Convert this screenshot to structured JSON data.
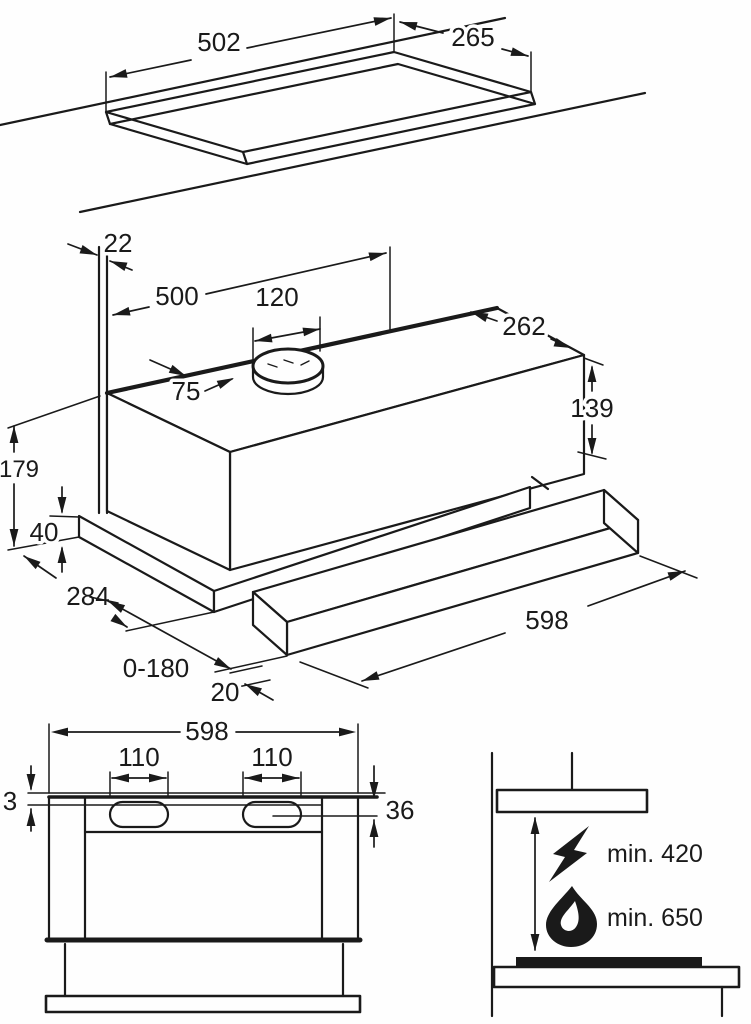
{
  "colors": {
    "ink": "#1a1a1a",
    "background": "#fefefe"
  },
  "cutout_view": {
    "width_mm": "502",
    "depth_mm": "265"
  },
  "iso_view": {
    "wall_gap_mm": "22",
    "body_width_mm": "500",
    "duct_diameter_mm": "120",
    "body_depth_mm": "262",
    "duct_offset_mm": "75",
    "body_height_mm": "139",
    "total_height_mm": "179",
    "lower_section_height_mm": "40",
    "lower_section_depth_mm": "284",
    "pullout_range_mm": "0-180",
    "visor_offset_mm": "20",
    "total_width_mm": "598"
  },
  "front_view": {
    "total_width_mm": "598",
    "left_slot_width_mm": "110",
    "right_slot_width_mm": "110",
    "top_lip_mm": "3",
    "front_panel_height_mm": "36"
  },
  "clearance_view": {
    "electric_hob_min": "min. 420",
    "gas_hob_min": "min. 650"
  }
}
